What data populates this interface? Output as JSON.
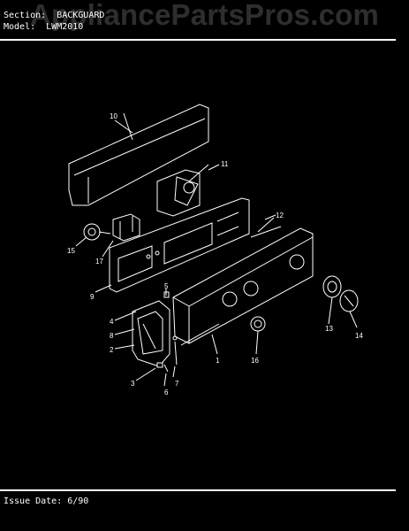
{
  "header": {
    "section": "Section:  BACKGUARD",
    "model": "Model:  LWM2010"
  },
  "footer": {
    "issue": "Issue Date: 6/90"
  },
  "watermark": "AppliancePartsPros.com",
  "callouts": [
    "10",
    "11",
    "12",
    "15",
    "17",
    "9",
    "5",
    "4",
    "8",
    "2",
    "3",
    "7",
    "6",
    "1",
    "16",
    "13",
    "14"
  ]
}
